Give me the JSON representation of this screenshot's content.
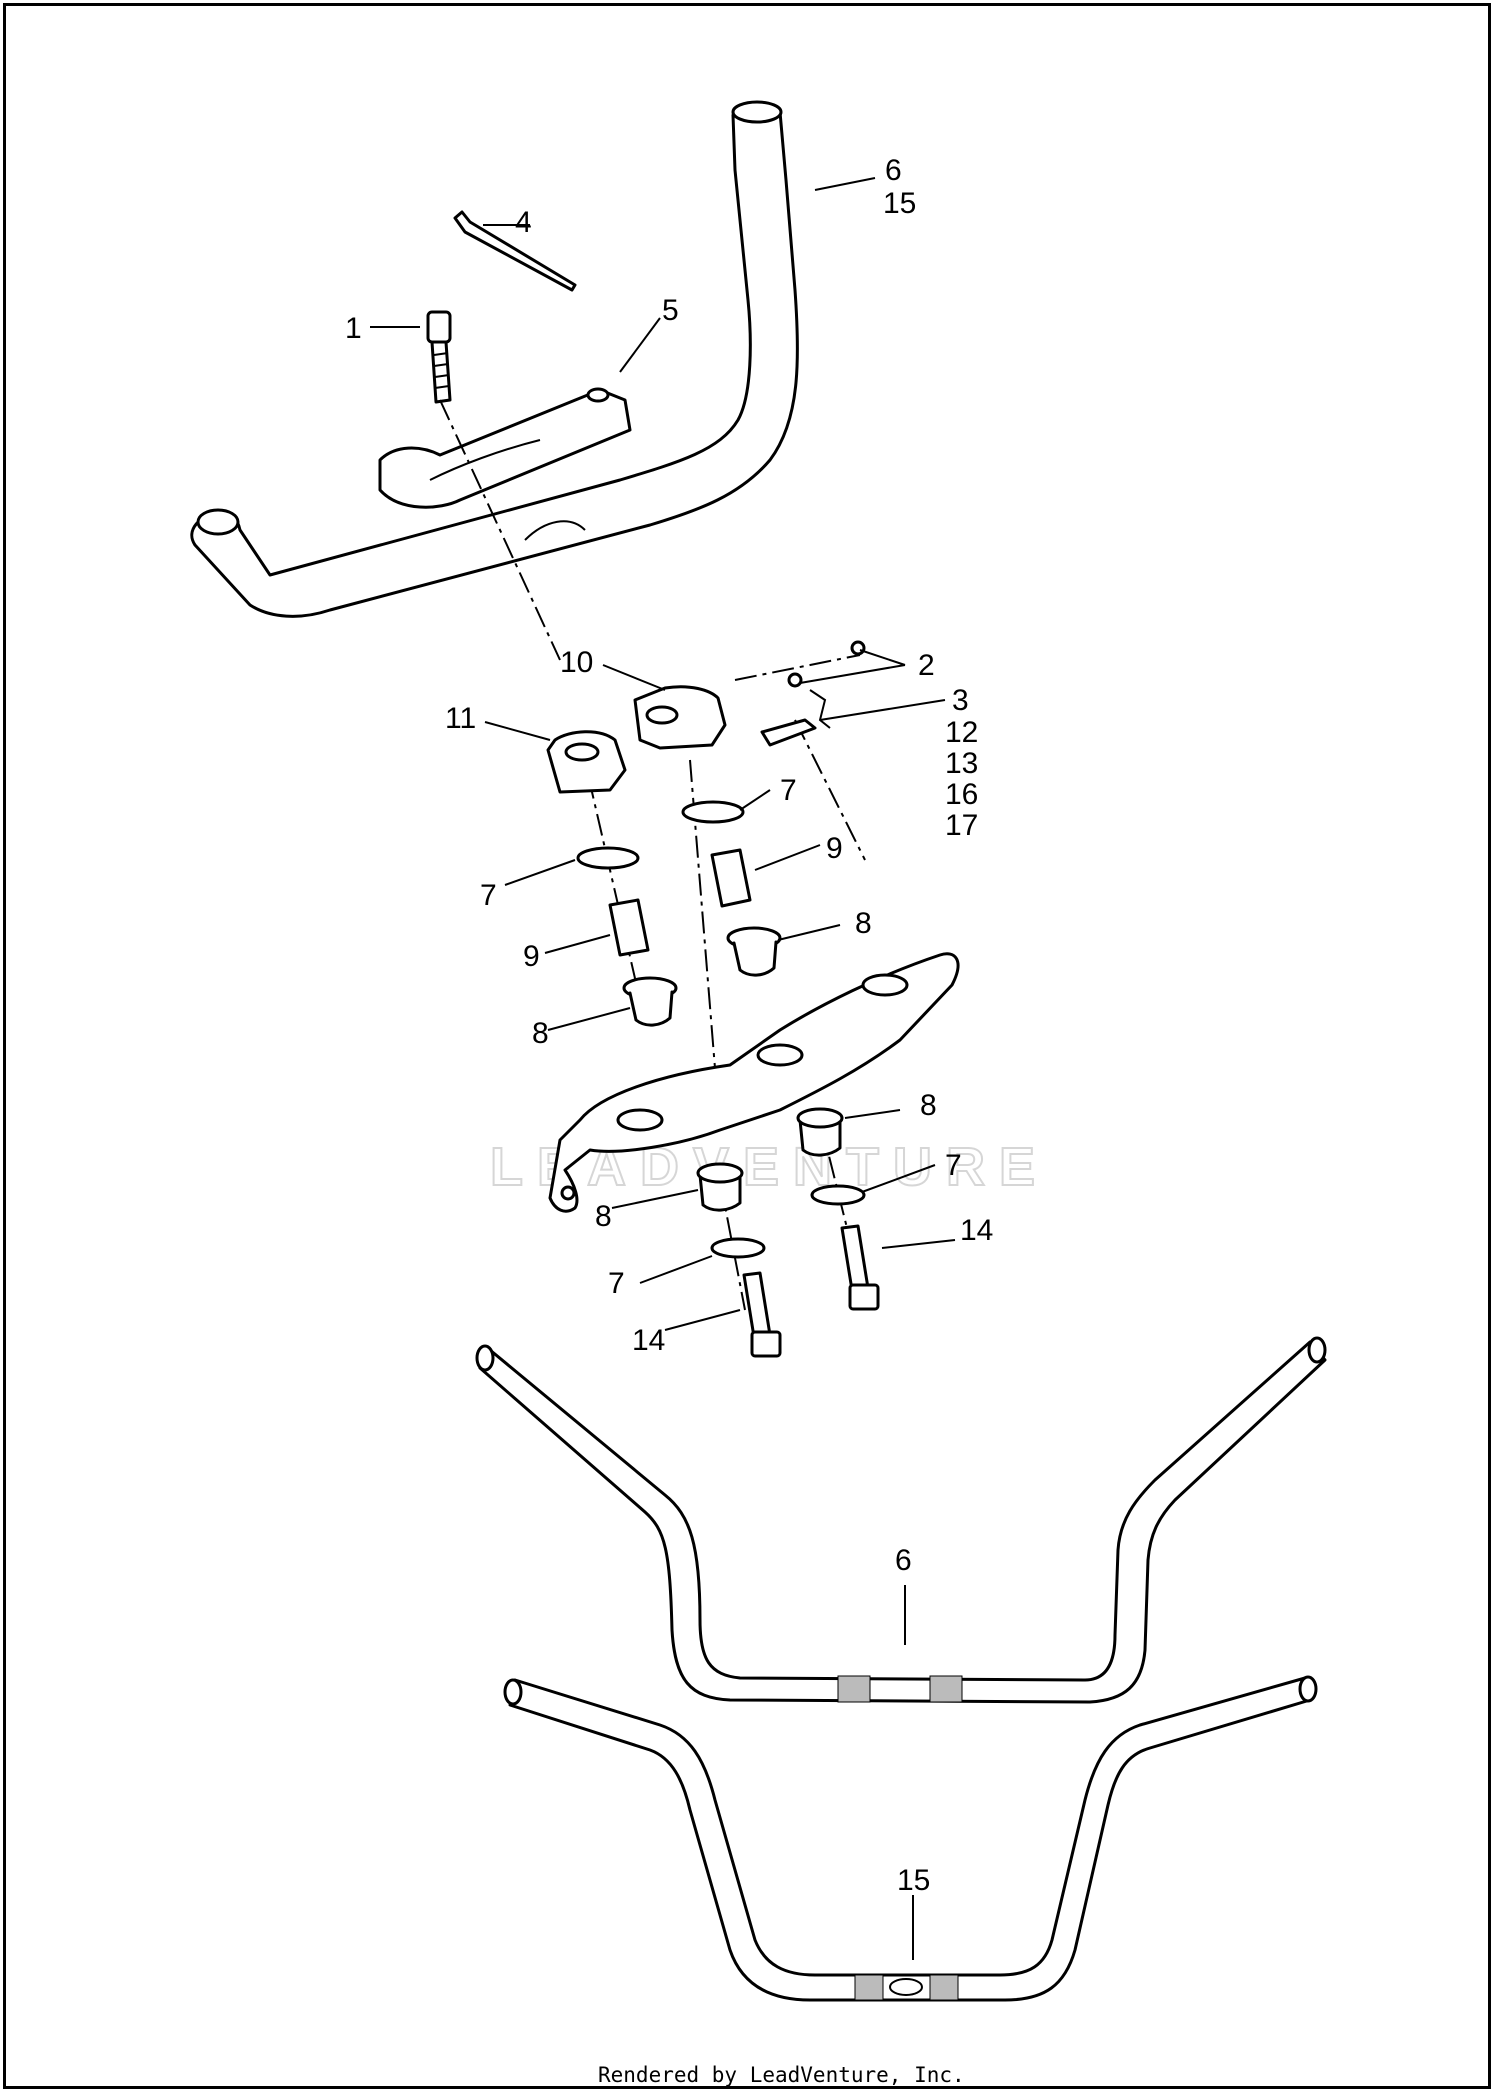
{
  "diagram": {
    "callouts": [
      {
        "id": "c1",
        "text": "1"
      },
      {
        "id": "c2",
        "text": "2"
      },
      {
        "id": "c3",
        "text": "3"
      },
      {
        "id": "c4",
        "text": "4"
      },
      {
        "id": "c5",
        "text": "5"
      },
      {
        "id": "c6a",
        "text": "6"
      },
      {
        "id": "c15a",
        "text": "15"
      },
      {
        "id": "c7a",
        "text": "7"
      },
      {
        "id": "c7b",
        "text": "7"
      },
      {
        "id": "c7c",
        "text": "7"
      },
      {
        "id": "c7d",
        "text": "7"
      },
      {
        "id": "c8a",
        "text": "8"
      },
      {
        "id": "c8b",
        "text": "8"
      },
      {
        "id": "c8c",
        "text": "8"
      },
      {
        "id": "c8d",
        "text": "8"
      },
      {
        "id": "c9a",
        "text": "9"
      },
      {
        "id": "c9b",
        "text": "9"
      },
      {
        "id": "c10",
        "text": "10"
      },
      {
        "id": "c11",
        "text": "11"
      },
      {
        "id": "c12",
        "text": "12"
      },
      {
        "id": "c13",
        "text": "13"
      },
      {
        "id": "c14a",
        "text": "14"
      },
      {
        "id": "c14b",
        "text": "14"
      },
      {
        "id": "c16",
        "text": "16"
      },
      {
        "id": "c17",
        "text": "17"
      },
      {
        "id": "c6b",
        "text": "6"
      },
      {
        "id": "c15b",
        "text": "15"
      }
    ],
    "watermark": "LEADVENTURE",
    "footer": "Rendered by LeadVenture, Inc."
  }
}
